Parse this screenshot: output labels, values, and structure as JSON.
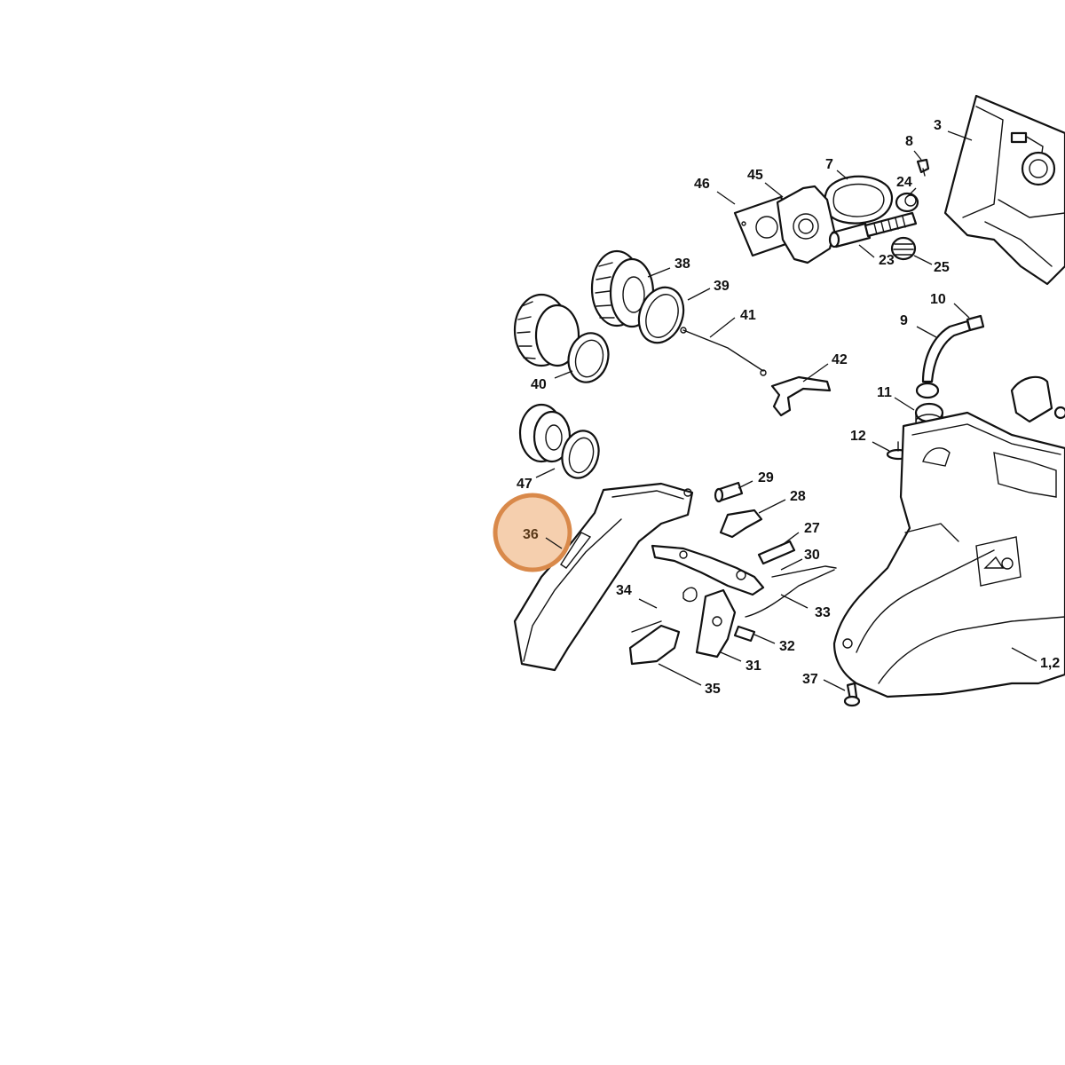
{
  "diagram": {
    "highlight_color": "#f3c7a0",
    "highlight_ring_color": "#d9894a",
    "highlighted_part": "36",
    "labels": {
      "p3": "3",
      "p8": "8",
      "p7": "7",
      "p24": "24",
      "p46": "46",
      "p45": "45",
      "p23": "23",
      "p25": "25",
      "p38": "38",
      "p39": "39",
      "p41": "41",
      "p10": "10",
      "p9": "9",
      "p40": "40",
      "p42": "42",
      "p11": "11",
      "p12": "12",
      "p47": "47",
      "p29": "29",
      "p28": "28",
      "p36": "36",
      "p27": "27",
      "p30": "30",
      "p34": "34",
      "p33": "33",
      "p32": "32",
      "p31": "31",
      "p35": "35",
      "p37": "37",
      "p1_2": "1,2"
    }
  }
}
